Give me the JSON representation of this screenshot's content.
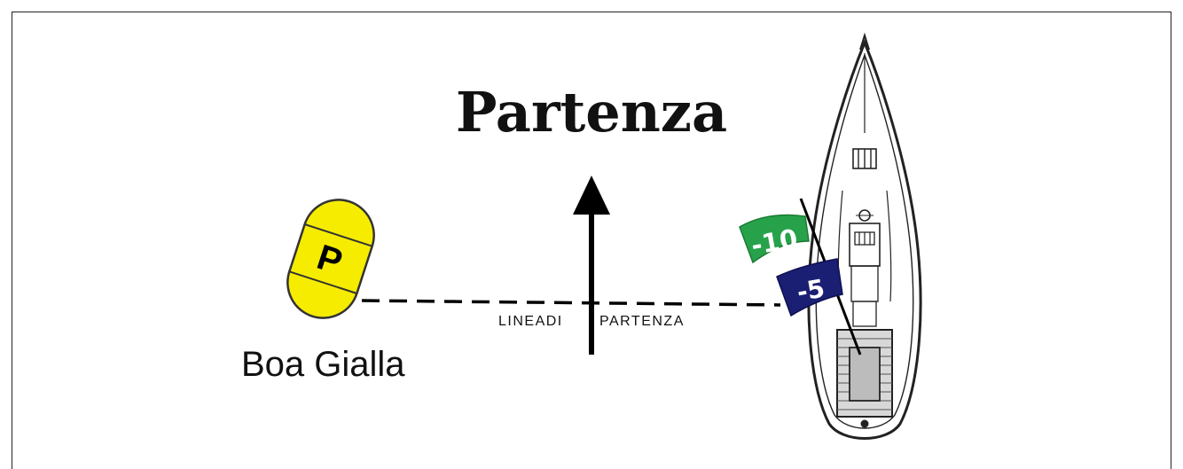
{
  "diagram": {
    "title": "Partenza",
    "start_line_label": "LINEADI",
    "start_line_label_2": "PARTENZA",
    "buoy": {
      "letter": "P",
      "color": "#f6ec00",
      "caption": "Boa Gialla"
    },
    "flags": [
      {
        "text": "-10",
        "color": "#27a24a"
      },
      {
        "text": "-5",
        "color": "#1b1f73"
      }
    ]
  }
}
